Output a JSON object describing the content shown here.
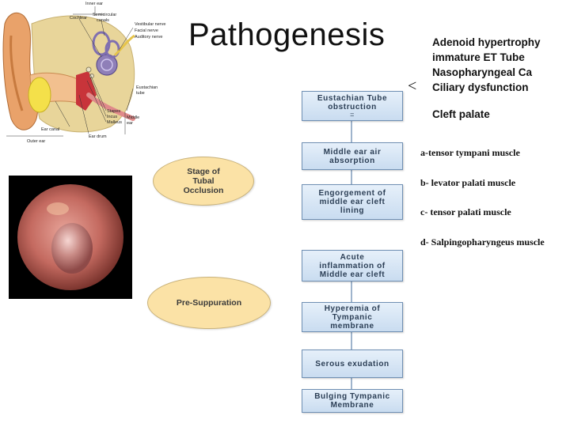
{
  "title": "Pathogenesis",
  "ear_diagram": {
    "labels": {
      "inner_ear": "Inner ear",
      "cochlea": "Cochlear",
      "semicircular": "Semicircular",
      "canals": "canals",
      "vestibular_nerve": "Vestibular nerve",
      "facial_nerve": "Facial nerve",
      "auditory_nerve": "Auditory nerve",
      "eustachian": "Eustachian",
      "tube": "tube",
      "stapes": "Stapes",
      "incus": "Incus",
      "malleus": "Malleus",
      "middle": "Middle",
      "ear": "ear",
      "ear_canal": "Ear canal",
      "ear_drum": "Ear drum",
      "outer_ear": "Outer ear"
    }
  },
  "stages": [
    {
      "line1": "Stage of",
      "line2": "Tubal",
      "line3": "Occlusion"
    },
    {
      "line1": "Pre-Suppuration"
    }
  ],
  "flow": [
    {
      "line1": "Eustachian Tube",
      "line2": "obstruction",
      "sub": "="
    },
    {
      "line1": "Middle ear air",
      "line2": "absorption"
    },
    {
      "line1": "Engorgement of",
      "line2": "middle ear cleft",
      "line3": "lining"
    },
    {
      "line1": "Acute",
      "line2": "inflammation of",
      "line3": "Middle ear cleft"
    },
    {
      "line1": "Hyperemia of",
      "line2": "Tympanic",
      "line3": "membrane"
    },
    {
      "line1": "Serous exudation"
    },
    {
      "line1": "Bulging Tympanic",
      "line2": "Membrane"
    }
  ],
  "causes": {
    "lt_symbol": "<",
    "items": [
      "Adenoid hypertrophy",
      "immature ET Tube",
      "Nasopharyngeal Ca",
      "Ciliary dysfunction"
    ],
    "extra": "Cleft palate"
  },
  "muscles": [
    "a-tensor tympani muscle",
    "b- levator palati muscle",
    "c- tensor palati muscle",
    "d- Salpingopharyngeus muscle"
  ]
}
